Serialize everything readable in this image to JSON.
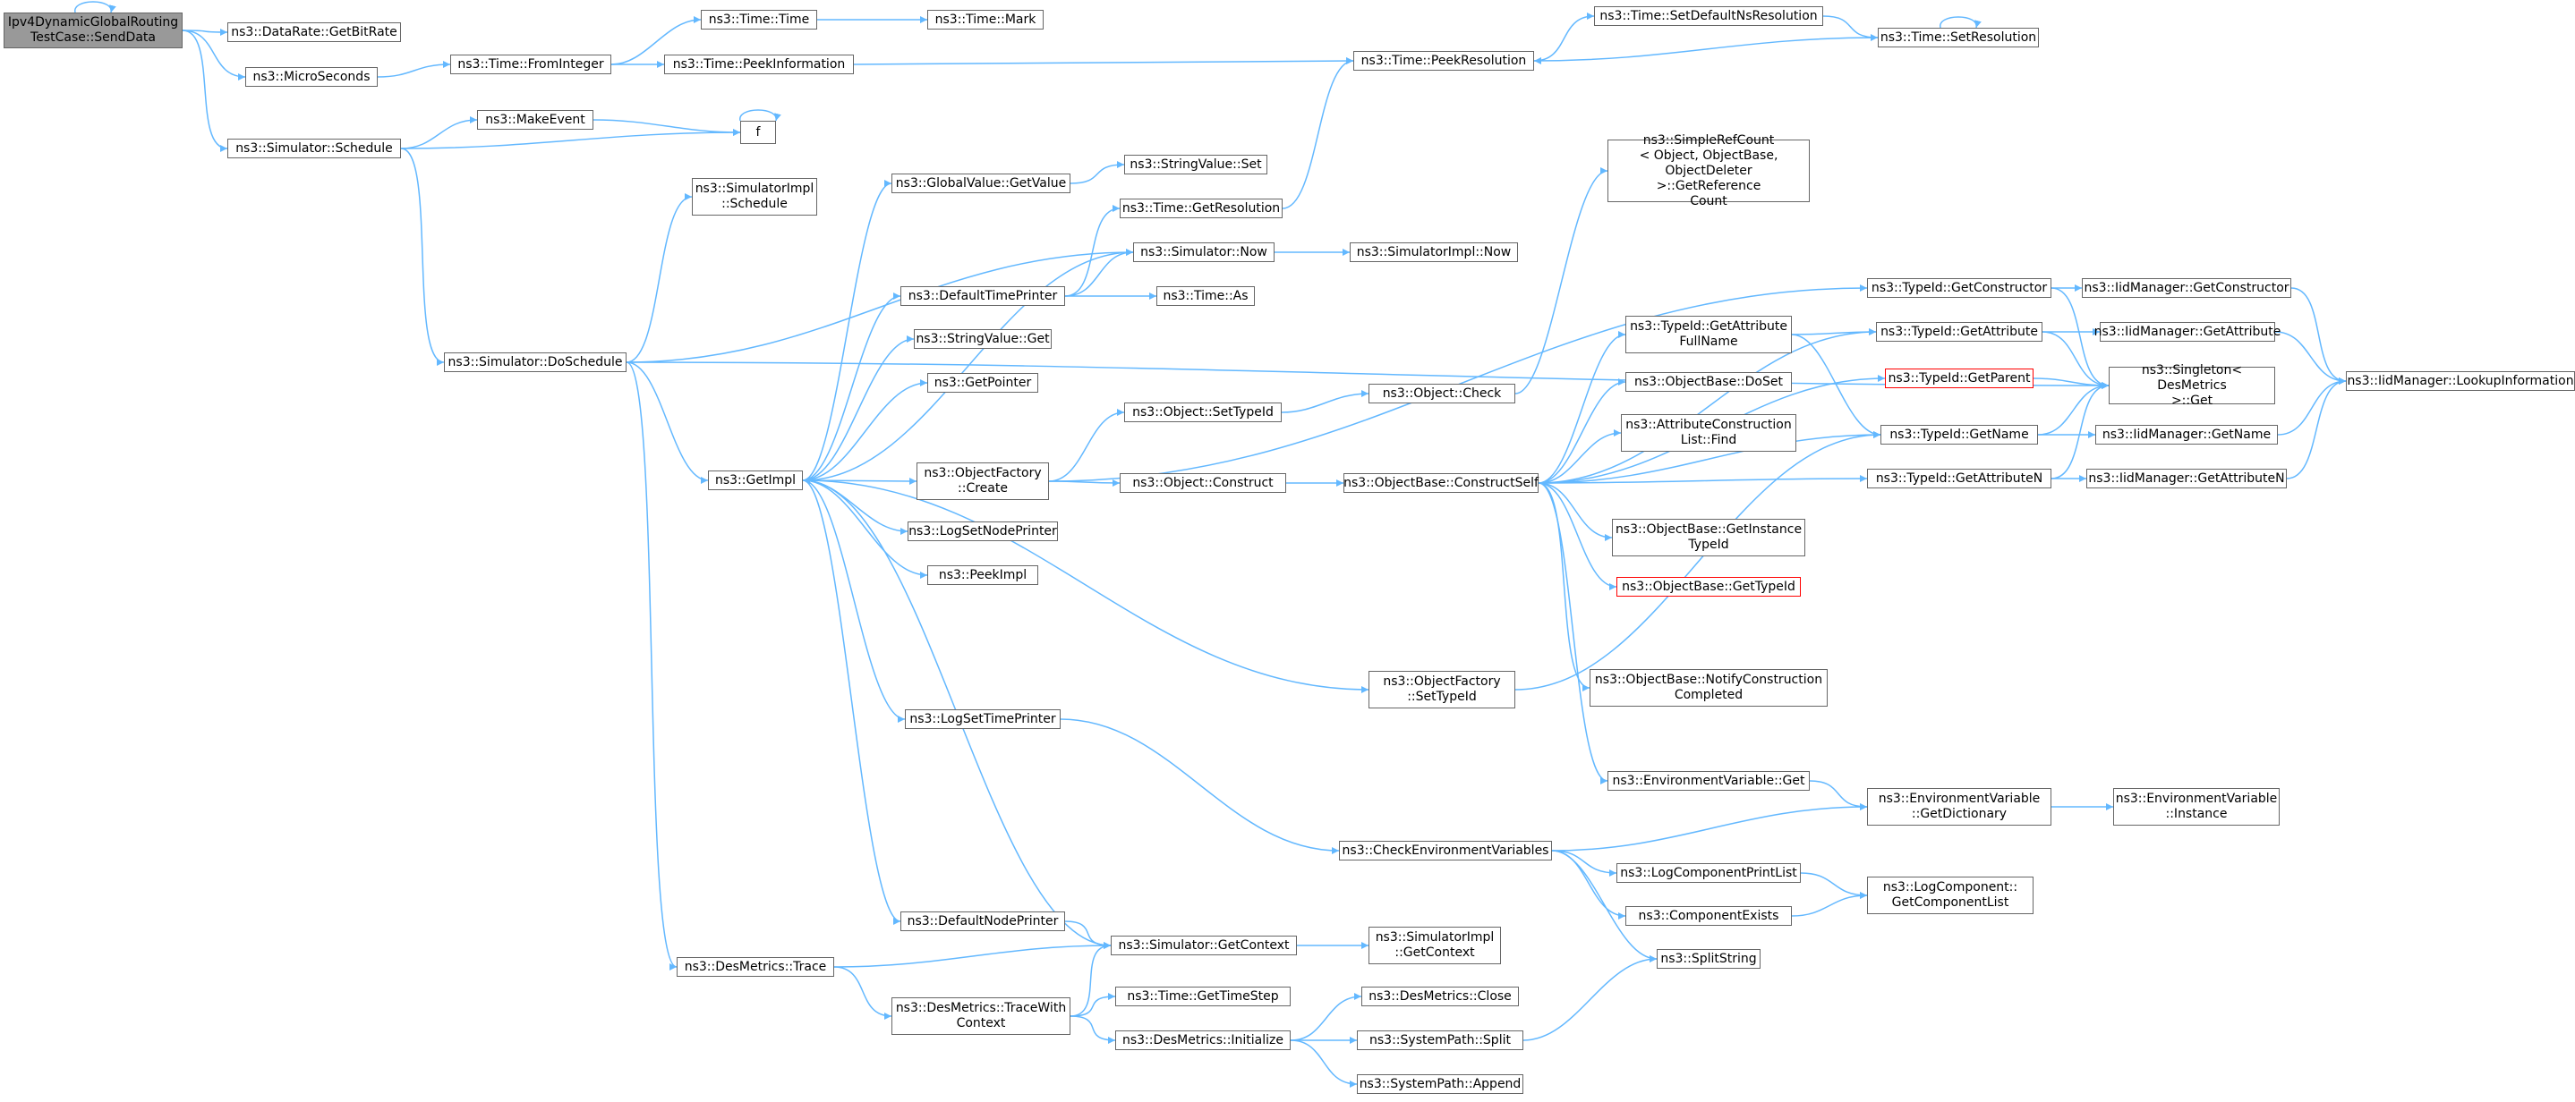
{
  "colors": {
    "edge": "#63b8ff",
    "node_border": "#666666",
    "root_fill": "#999999",
    "highlight_border": "#ff0000"
  },
  "nodes": [
    {
      "id": "root",
      "label": "Ipv4DynamicGlobalRouting\nTestCase::SendData",
      "kind": "root"
    },
    {
      "id": "getbitrate",
      "label": "ns3::DataRate::GetBitRate"
    },
    {
      "id": "microseconds",
      "label": "ns3::MicroSeconds"
    },
    {
      "id": "schedule",
      "label": "ns3::Simulator::Schedule"
    },
    {
      "id": "frominteger",
      "label": "ns3::Time::FromInteger"
    },
    {
      "id": "time",
      "label": "ns3::Time::Time"
    },
    {
      "id": "mark",
      "label": "ns3::Time::Mark"
    },
    {
      "id": "peekinfo",
      "label": "ns3::Time::PeekInformation"
    },
    {
      "id": "peekres",
      "label": "ns3::Time::PeekResolution"
    },
    {
      "id": "setdefaultns",
      "label": "ns3::Time::SetDefaultNsResolution"
    },
    {
      "id": "setresolution",
      "label": "ns3::Time::SetResolution"
    },
    {
      "id": "makeevent",
      "label": "ns3::MakeEvent"
    },
    {
      "id": "f",
      "label": "f"
    },
    {
      "id": "simimplschedule",
      "label": "ns3::SimulatorImpl\n::Schedule"
    },
    {
      "id": "doschedule",
      "label": "ns3::Simulator::DoSchedule"
    },
    {
      "id": "globalvalue",
      "label": "ns3::GlobalValue::GetValue"
    },
    {
      "id": "stringvalueset",
      "label": "ns3::StringValue::Set"
    },
    {
      "id": "timegetres",
      "label": "ns3::Time::GetResolution"
    },
    {
      "id": "simnow",
      "label": "ns3::Simulator::Now"
    },
    {
      "id": "simimplnow",
      "label": "ns3::SimulatorImpl::Now"
    },
    {
      "id": "defaulttimeprinter",
      "label": "ns3::DefaultTimePrinter"
    },
    {
      "id": "timeas",
      "label": "ns3::Time::As"
    },
    {
      "id": "stringvalueget",
      "label": "ns3::StringValue::Get"
    },
    {
      "id": "getpointer",
      "label": "ns3::GetPointer"
    },
    {
      "id": "getimpl",
      "label": "ns3::GetImpl"
    },
    {
      "id": "ofcreate",
      "label": "ns3::ObjectFactory\n::Create"
    },
    {
      "id": "logsetnodeprinter",
      "label": "ns3::LogSetNodePrinter"
    },
    {
      "id": "peekimpl",
      "label": "ns3::PeekImpl"
    },
    {
      "id": "logsettimeprinter",
      "label": "ns3::LogSetTimePrinter"
    },
    {
      "id": "defaultnodeprinter",
      "label": "ns3::DefaultNodePrinter"
    },
    {
      "id": "simgetcontext",
      "label": "ns3::Simulator::GetContext"
    },
    {
      "id": "simimplgetcontext",
      "label": "ns3::SimulatorImpl\n::GetContext"
    },
    {
      "id": "desmetricstrace",
      "label": "ns3::DesMetrics::Trace"
    },
    {
      "id": "tracewithcontext",
      "label": "ns3::DesMetrics::TraceWith\nContext"
    },
    {
      "id": "gettimestep",
      "label": "ns3::Time::GetTimeStep"
    },
    {
      "id": "desinit",
      "label": "ns3::DesMetrics::Initialize"
    },
    {
      "id": "desclose",
      "label": "ns3::DesMetrics::Close"
    },
    {
      "id": "syssplit",
      "label": "ns3::SystemPath::Split"
    },
    {
      "id": "sysappend",
      "label": "ns3::SystemPath::Append"
    },
    {
      "id": "objsettypeid",
      "label": "ns3::Object::SetTypeId"
    },
    {
      "id": "objcheck",
      "label": "ns3::Object::Check"
    },
    {
      "id": "objconstruct",
      "label": "ns3::Object::Construct"
    },
    {
      "id": "constructself",
      "label": "ns3::ObjectBase::ConstructSelf"
    },
    {
      "id": "simplerefcount",
      "label": "ns3::SimpleRefCount\n< Object, ObjectBase,\n ObjectDeleter >::GetReference\nCount"
    },
    {
      "id": "getattrfullname",
      "label": "ns3::TypeId::GetAttribute\nFullName"
    },
    {
      "id": "dosetobj",
      "label": "ns3::ObjectBase::DoSet"
    },
    {
      "id": "attrconstructfind",
      "label": "ns3::AttributeConstruction\nList::Find"
    },
    {
      "id": "getinstancetypeid",
      "label": "ns3::ObjectBase::GetInstance\nTypeId"
    },
    {
      "id": "getbasetypeid",
      "label": "ns3::ObjectBase::GetTypeId",
      "kind": "red"
    },
    {
      "id": "notifyconstruction",
      "label": "ns3::ObjectBase::NotifyConstruction\nCompleted"
    },
    {
      "id": "ofsettypeid",
      "label": "ns3::ObjectFactory\n::SetTypeId"
    },
    {
      "id": "envget",
      "label": "ns3::EnvironmentVariable::Get"
    },
    {
      "id": "checkenv",
      "label": "ns3::CheckEnvironmentVariables"
    },
    {
      "id": "envgetdict",
      "label": "ns3::EnvironmentVariable\n::GetDictionary"
    },
    {
      "id": "envinstance",
      "label": "ns3::EnvironmentVariable\n::Instance"
    },
    {
      "id": "logcompprintlist",
      "label": "ns3::LogComponentPrintList"
    },
    {
      "id": "componentexists",
      "label": "ns3::ComponentExists"
    },
    {
      "id": "logcompgetlist",
      "label": "ns3::LogComponent::\nGetComponentList"
    },
    {
      "id": "splitstring",
      "label": "ns3::SplitString"
    },
    {
      "id": "typeidgetconstructor",
      "label": "ns3::TypeId::GetConstructor"
    },
    {
      "id": "typeidgetattribute",
      "label": "ns3::TypeId::GetAttribute"
    },
    {
      "id": "typeidgetparent",
      "label": "ns3::TypeId::GetParent",
      "kind": "red"
    },
    {
      "id": "typeidgetname",
      "label": "ns3::TypeId::GetName"
    },
    {
      "id": "typeidgetattrn",
      "label": "ns3::TypeId::GetAttributeN"
    },
    {
      "id": "iidgetconstructor",
      "label": "ns3::IidManager::GetConstructor"
    },
    {
      "id": "iidgetattribute",
      "label": "ns3::IidManager::GetAttribute"
    },
    {
      "id": "singleton",
      "label": "ns3::Singleton< DesMetrics\n >::Get"
    },
    {
      "id": "iidgetname",
      "label": "ns3::IidManager::GetName"
    },
    {
      "id": "iidgetattrn",
      "label": "ns3::IidManager::GetAttributeN"
    },
    {
      "id": "iidlookup",
      "label": "ns3::IidManager::LookupInformation"
    }
  ],
  "edges": [
    [
      "root",
      "root"
    ],
    [
      "root",
      "getbitrate"
    ],
    [
      "root",
      "microseconds"
    ],
    [
      "root",
      "schedule"
    ],
    [
      "microseconds",
      "frominteger"
    ],
    [
      "frominteger",
      "time"
    ],
    [
      "frominteger",
      "peekinfo"
    ],
    [
      "time",
      "mark"
    ],
    [
      "peekinfo",
      "peekres"
    ],
    [
      "peekres",
      "setdefaultns"
    ],
    [
      "setdefaultns",
      "setresolution"
    ],
    [
      "setresolution",
      "setresolution"
    ],
    [
      "setresolution",
      "peekres"
    ],
    [
      "schedule",
      "makeevent"
    ],
    [
      "schedule",
      "f"
    ],
    [
      "makeevent",
      "f"
    ],
    [
      "f",
      "f"
    ],
    [
      "schedule",
      "doschedule"
    ],
    [
      "doschedule",
      "simimplschedule"
    ],
    [
      "doschedule",
      "simnow"
    ],
    [
      "doschedule",
      "getimpl"
    ],
    [
      "doschedule",
      "desmetricstrace"
    ],
    [
      "doschedule",
      "singleton"
    ],
    [
      "getimpl",
      "globalvalue"
    ],
    [
      "getimpl",
      "defaulttimeprinter"
    ],
    [
      "getimpl",
      "stringvalueget"
    ],
    [
      "getimpl",
      "getpointer"
    ],
    [
      "getimpl",
      "ofcreate"
    ],
    [
      "getimpl",
      "logsetnodeprinter"
    ],
    [
      "getimpl",
      "peekimpl"
    ],
    [
      "getimpl",
      "logsettimeprinter"
    ],
    [
      "getimpl",
      "defaultnodeprinter"
    ],
    [
      "getimpl",
      "ofsettypeid"
    ],
    [
      "globalvalue",
      "stringvalueset"
    ],
    [
      "timegetres",
      "peekres"
    ],
    [
      "simnow",
      "simimplnow"
    ],
    [
      "simnow",
      "getimpl"
    ],
    [
      "defaulttimeprinter",
      "simnow"
    ],
    [
      "defaulttimeprinter",
      "timeas"
    ],
    [
      "defaulttimeprinter",
      "timegetres"
    ],
    [
      "ofcreate",
      "objsettypeid"
    ],
    [
      "ofcreate",
      "objconstruct"
    ],
    [
      "ofcreate",
      "typeidgetconstructor"
    ],
    [
      "objsettypeid",
      "objcheck"
    ],
    [
      "objcheck",
      "simplerefcount"
    ],
    [
      "objconstruct",
      "constructself"
    ],
    [
      "constructself",
      "getattrfullname"
    ],
    [
      "constructself",
      "dosetobj"
    ],
    [
      "constructself",
      "attrconstructfind"
    ],
    [
      "constructself",
      "getinstancetypeid"
    ],
    [
      "constructself",
      "getbasetypeid"
    ],
    [
      "constructself",
      "notifyconstruction"
    ],
    [
      "constructself",
      "envget"
    ],
    [
      "constructself",
      "typeidgetname"
    ],
    [
      "constructself",
      "typeidgetattribute"
    ],
    [
      "constructself",
      "typeidgetparent"
    ],
    [
      "constructself",
      "typeidgetattrn"
    ],
    [
      "getattrfullname",
      "typeidgetattribute"
    ],
    [
      "getattrfullname",
      "typeidgetname"
    ],
    [
      "ofsettypeid",
      "typeidgetname"
    ],
    [
      "logsettimeprinter",
      "checkenv"
    ],
    [
      "checkenv",
      "envgetdict"
    ],
    [
      "checkenv",
      "logcompprintlist"
    ],
    [
      "checkenv",
      "componentexists"
    ],
    [
      "checkenv",
      "splitstring"
    ],
    [
      "envget",
      "envgetdict"
    ],
    [
      "envgetdict",
      "envinstance"
    ],
    [
      "logcompprintlist",
      "logcompgetlist"
    ],
    [
      "componentexists",
      "logcompgetlist"
    ],
    [
      "defaultnodeprinter",
      "simgetcontext"
    ],
    [
      "simgetcontext",
      "simimplgetcontext"
    ],
    [
      "simgetcontext",
      "getimpl"
    ],
    [
      "desmetricstrace",
      "simgetcontext"
    ],
    [
      "desmetricstrace",
      "tracewithcontext"
    ],
    [
      "tracewithcontext",
      "simgetcontext"
    ],
    [
      "tracewithcontext",
      "gettimestep"
    ],
    [
      "tracewithcontext",
      "desinit"
    ],
    [
      "desinit",
      "desclose"
    ],
    [
      "desinit",
      "syssplit"
    ],
    [
      "desinit",
      "sysappend"
    ],
    [
      "syssplit",
      "splitstring"
    ],
    [
      "typeidgetconstructor",
      "iidgetconstructor"
    ],
    [
      "typeidgetconstructor",
      "singleton"
    ],
    [
      "typeidgetattribute",
      "iidgetattribute"
    ],
    [
      "typeidgetattribute",
      "singleton"
    ],
    [
      "typeidgetparent",
      "singleton"
    ],
    [
      "typeidgetname",
      "iidgetname"
    ],
    [
      "typeidgetname",
      "singleton"
    ],
    [
      "typeidgetattrn",
      "iidgetattrn"
    ],
    [
      "typeidgetattrn",
      "singleton"
    ],
    [
      "iidgetconstructor",
      "iidlookup"
    ],
    [
      "iidgetattribute",
      "iidlookup"
    ],
    [
      "iidgetname",
      "iidlookup"
    ],
    [
      "iidgetattrn",
      "iidlookup"
    ]
  ]
}
